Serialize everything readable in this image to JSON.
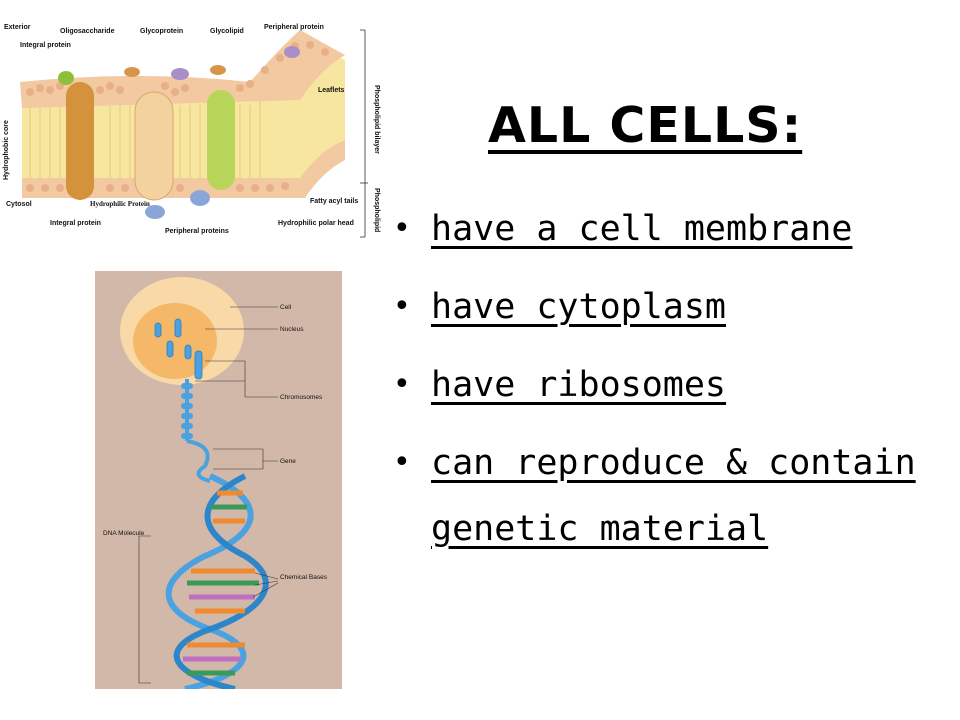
{
  "slide": {
    "title": "ALL CELLS:",
    "bullets": [
      "have a cell membrane",
      "have cytoplasm",
      "have ribosomes",
      "can reproduce & contain genetic material"
    ]
  },
  "membrane_figure": {
    "labels": {
      "exterior": "Exterior",
      "integral_protein_top": "Integral protein",
      "oligosaccharide": "Oligosaccharide",
      "glycoprotein": "Glycoprotein",
      "glycolipid": "Glycolipid",
      "peripheral_protein_top": "Peripheral protein",
      "leaflets": "Leaflets",
      "phospholipid_bilayer": "Phospholipid bilayer",
      "hydrophobic_core": "Hydrophobic core",
      "cytosol": "Cytosol",
      "hydrophilic_protein": "Hydrophilic Protein",
      "integral_protein_bottom": "Integral protein",
      "peripheral_proteins": "Peripheral proteins",
      "fatty_acyl_tails": "Fatty acyl tails",
      "hydrophilic_polar_head": "Hydrophilic polar head",
      "phospholipid": "Phospholipid"
    },
    "colors": {
      "heads": "#f2c9a0",
      "tails": "#f6e08a",
      "protein_orange": "#d4923c",
      "protein_green": "#b8d65a",
      "protein_blue": "#8aa6d8"
    }
  },
  "dna_figure": {
    "labels": {
      "cell": "Cell",
      "nucleus": "Nucleus",
      "chromosomes": "Chromosomes",
      "gene": "Gene",
      "dna_molecule": "DNA Molecule",
      "chemical_bases": "Chemical Bases"
    },
    "colors": {
      "background": "#d2b8a8",
      "cell": "#f9d9a8",
      "nucleus": "#f5b768",
      "strand": "#4aa3e0"
    }
  }
}
